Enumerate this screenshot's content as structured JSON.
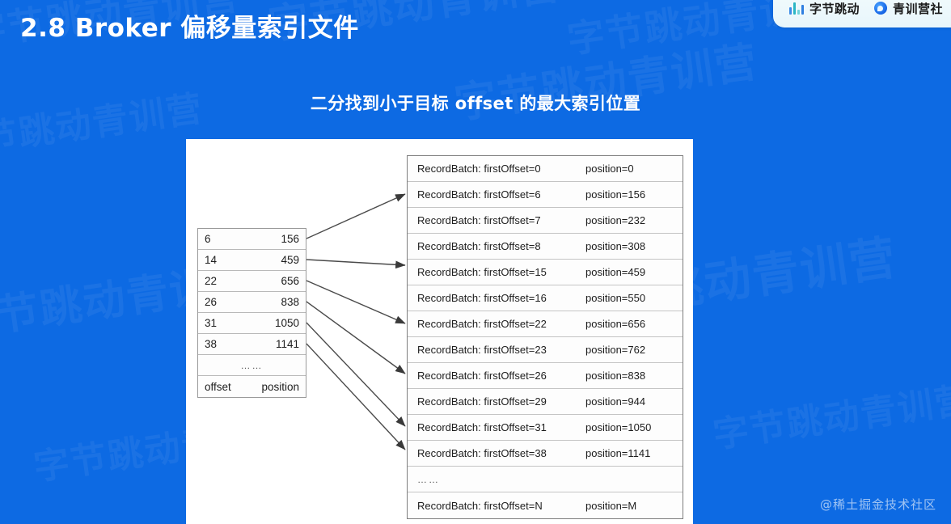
{
  "slide": {
    "title": "2.8  Broker 偏移量索引文件",
    "subtitle": "二分找到小于目标 offset 的最大索引位置",
    "background_color": "#0d6ae3",
    "corner_watermark": "@稀土掘金技术社区",
    "background_watermark_text": "字节跳动青训营"
  },
  "brand_badge": {
    "bytedance_label": "字节跳动",
    "bytedance_icon": "bar-chart-icon",
    "qingxunying_label": "青训营社",
    "qingxunying_icon": "circle-logo-icon"
  },
  "index_table": {
    "columns": [
      "offset",
      "position"
    ],
    "rows": [
      {
        "offset": "6",
        "position": "156"
      },
      {
        "offset": "14",
        "position": "459"
      },
      {
        "offset": "22",
        "position": "656"
      },
      {
        "offset": "26",
        "position": "838"
      },
      {
        "offset": "31",
        "position": "1050"
      },
      {
        "offset": "38",
        "position": "1141"
      }
    ],
    "ellipsis": "……",
    "header_offset": "offset",
    "header_position": "position"
  },
  "log_table": {
    "rows": [
      {
        "batch": "RecordBatch: firstOffset=0",
        "position": "position=0"
      },
      {
        "batch": "RecordBatch: firstOffset=6",
        "position": "position=156"
      },
      {
        "batch": "RecordBatch: firstOffset=7",
        "position": "position=232"
      },
      {
        "batch": "RecordBatch: firstOffset=8",
        "position": "position=308"
      },
      {
        "batch": "RecordBatch: firstOffset=15",
        "position": "position=459"
      },
      {
        "batch": "RecordBatch: firstOffset=16",
        "position": "position=550"
      },
      {
        "batch": "RecordBatch: firstOffset=22",
        "position": "position=656"
      },
      {
        "batch": "RecordBatch: firstOffset=23",
        "position": "position=762"
      },
      {
        "batch": "RecordBatch: firstOffset=26",
        "position": "position=838"
      },
      {
        "batch": "RecordBatch: firstOffset=29",
        "position": "position=944"
      },
      {
        "batch": "RecordBatch: firstOffset=31",
        "position": "position=1050"
      },
      {
        "batch": "RecordBatch: firstOffset=38",
        "position": "position=1141"
      }
    ],
    "ellipsis": "……",
    "last_row": {
      "batch": "RecordBatch: firstOffset=N",
      "position": "position=M"
    }
  },
  "arrows": [
    {
      "from_offset": "6",
      "to_offset": "6"
    },
    {
      "from_offset": "14",
      "to_offset": "15"
    },
    {
      "from_offset": "22",
      "to_offset": "22"
    },
    {
      "from_offset": "26",
      "to_offset": "26"
    },
    {
      "from_offset": "31",
      "to_offset": "31"
    },
    {
      "from_offset": "38",
      "to_offset": "38"
    }
  ]
}
